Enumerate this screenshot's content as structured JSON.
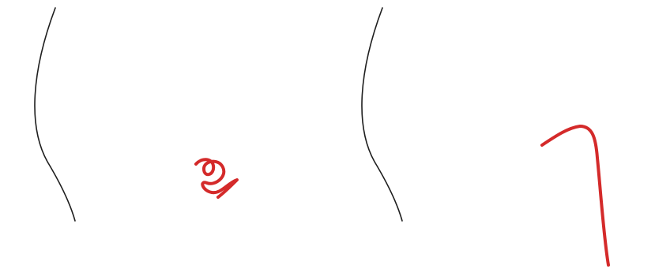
{
  "figure": {
    "panels": [
      {
        "id": "left",
        "highlight": "tortuous-vessel"
      },
      {
        "id": "right",
        "highlight": "straightened-vessel"
      }
    ],
    "colors": {
      "line": "#1e1e1e",
      "background": "#ffffff",
      "highlight": "#d42a2a"
    }
  }
}
